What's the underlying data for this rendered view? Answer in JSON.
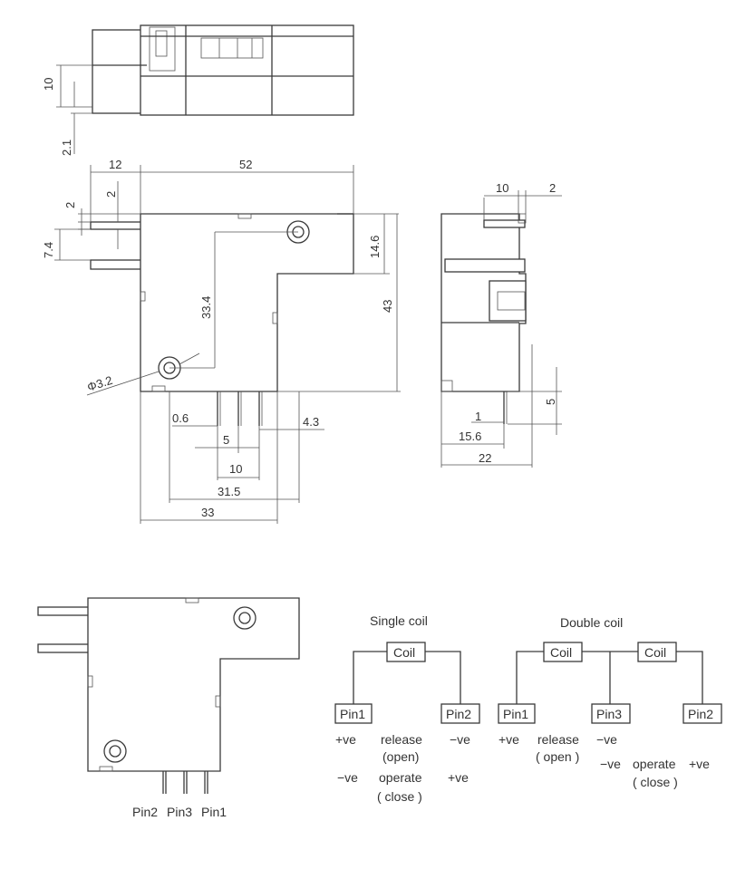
{
  "top_view": {
    "dim_10": "10",
    "dim_2_1": "2.1"
  },
  "front_view": {
    "dim_12": "12",
    "dim_52": "52",
    "dim_2_left": "2",
    "dim_2_top": "2",
    "dim_7_4": "7.4",
    "dim_14_6": "14.6",
    "dim_33_4": "33.4",
    "dim_43": "43",
    "dim_phi": "Φ3.2",
    "dim_0_6": "0.6",
    "dim_4_3": "4.3",
    "dim_5": "5",
    "dim_10": "10",
    "dim_31_5": "31.5",
    "dim_33": "33"
  },
  "side_view": {
    "dim_10": "10",
    "dim_2": "2",
    "dim_5": "5",
    "dim_1": "1",
    "dim_15_6": "15.6",
    "dim_22": "22"
  },
  "pin_view": {
    "pin2": "Pin2",
    "pin3": "Pin3",
    "pin1": "Pin1"
  },
  "single_coil": {
    "title": "Single coil",
    "coil": "Coil",
    "pin1": "Pin1",
    "pin2": "Pin2",
    "row1_left": "+ve",
    "row1_mid_a": "release",
    "row1_mid_b": "(open)",
    "row1_right": "−ve",
    "row2_left": "−ve",
    "row2_mid_a": "operate",
    "row2_mid_b": "( close )",
    "row2_right": "+ve"
  },
  "double_coil": {
    "title": "Double coil",
    "coil_a": "Coil",
    "coil_b": "Coil",
    "pin1": "Pin1",
    "pin3": "Pin3",
    "pin2": "Pin2",
    "row1_left": "+ve",
    "row1_mid_a": "release",
    "row1_mid_b": "( open )",
    "row1_right": "−ve",
    "row2_left": "−ve",
    "row2_mid_a": "operate",
    "row2_mid_b": "( close )",
    "row2_right": "+ve"
  }
}
